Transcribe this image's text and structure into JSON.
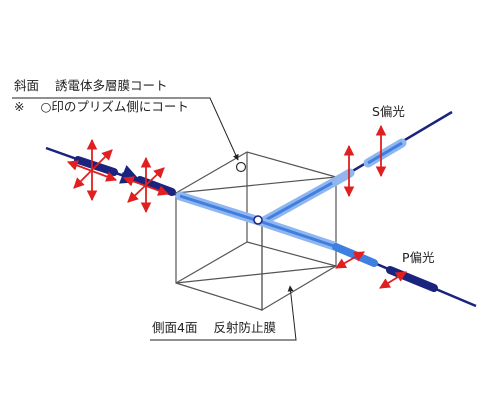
{
  "labels": {
    "coating_title": "斜面",
    "coating_desc": "誘電体多層膜コート",
    "note_mark": "※",
    "note_text": "○印のプリズム側にコート",
    "s_label": "S偏光",
    "p_label": "P偏光",
    "side_title": "側面4面",
    "side_desc": "反射防止膜"
  },
  "colors": {
    "beam": "#1a237e",
    "beam_light": "#3f7fe0",
    "arrow": "#e02020",
    "cube": "#555555"
  }
}
